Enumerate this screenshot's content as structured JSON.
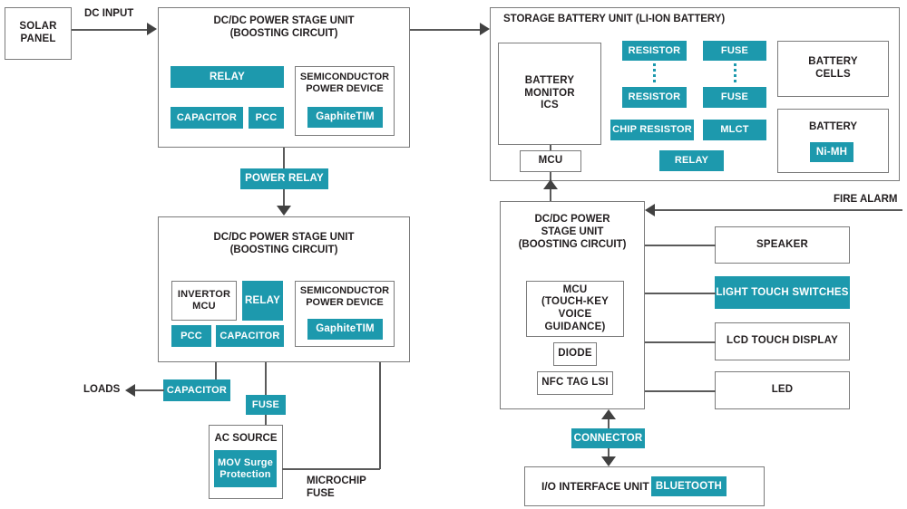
{
  "diagram": {
    "accent_color": "#1d99ad",
    "line_color": "#5a5a5a",
    "text_color": "#231f20"
  },
  "solar": {
    "title": "SOLAR\nPANEL",
    "input_label": "DC INPUT"
  },
  "unit1": {
    "title": "DC/DC POWER STAGE UNIT\n(BOOSTING CIRCUIT)",
    "relay": "RELAY",
    "capacitor": "CAPACITOR",
    "pcc": "PCC",
    "semiconductor": "SEMICONDUCTOR\nPOWER DEVICE",
    "graphitetim": "GaphiteTIM"
  },
  "power_relay": "POWER RELAY",
  "unit2": {
    "title": "DC/DC POWER STAGE UNIT\n(BOOSTING CIRCUIT)",
    "invertor_mcu": "INVERTOR\nMCU",
    "relay": "RELAY",
    "pcc": "PCC",
    "capacitor": "CAPACITOR",
    "semiconductor": "SEMICONDUCTOR\nPOWER DEVICE",
    "graphitetim": "GaphiteTIM"
  },
  "loads": {
    "label": "LOADS",
    "capacitor": "CAPACITOR"
  },
  "ac": {
    "fuse": "FUSE",
    "source_title": "AC SOURCE",
    "mov": "MOV Surge\nProtection",
    "microchip_fuse": "MICROCHIP\nFUSE"
  },
  "storage": {
    "title": "STORAGE BATTERY UNIT (LI-ION BATTERY)",
    "battery_monitor": "BATTERY\nMONITOR\nICS",
    "mcu": "MCU",
    "resistor_top": "RESISTOR",
    "resistor_bottom": "RESISTOR",
    "fuse_top": "FUSE",
    "fuse_bottom": "FUSE",
    "chip_resistor": "CHIP RESISTOR",
    "mlct": "MLCT",
    "relay": "RELAY",
    "battery_cells": "BATTERY\nCELLS",
    "battery": "BATTERY",
    "nimh": "Ni-MH"
  },
  "fire_alarm": "FIRE ALARM",
  "unit3": {
    "title": "DC/DC POWER\nSTAGE UNIT\n(BOOSTING CIRCUIT)",
    "mcu": "MCU\n(TOUCH-KEY\nVOICE GUIDANCE)",
    "diode": "DIODE",
    "nfc": "NFC TAG LSI"
  },
  "peripherals": [
    {
      "label": "SPEAKER",
      "style": "outline"
    },
    {
      "label": "LIGHT TOUCH SWITCHES",
      "style": "teal"
    },
    {
      "label": "LCD TOUCH DISPLAY",
      "style": "outline"
    },
    {
      "label": "LED",
      "style": "outline"
    }
  ],
  "io": {
    "connector": "CONNECTOR",
    "unit": "I/O INTERFACE UNIT",
    "bluetooth": "BLUETOOTH"
  }
}
